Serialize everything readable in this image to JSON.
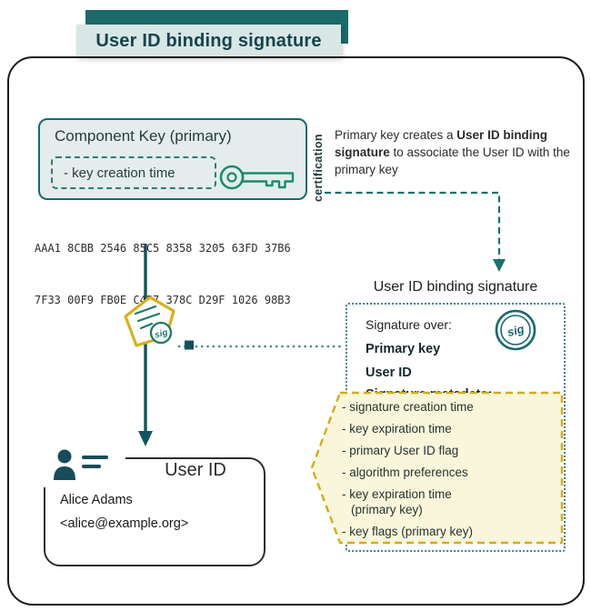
{
  "title": "User ID binding signature",
  "component_key": {
    "title": "Component Key (primary)",
    "field": "- key creation time",
    "fingerprint_line1": "AAA1 8CBB 2546 85C5 8358 3205 63FD 37B6",
    "fingerprint_line2": "7F33 00F9 FB0E C457 378C D29F 1026 98B3"
  },
  "certification_label": "certification",
  "annotation": {
    "pre": "Primary key creates a ",
    "bold": "User ID binding signature",
    "post": " to associate the User ID with the primary key"
  },
  "sig_badge": {
    "label": "sig"
  },
  "signature_box": {
    "heading": "User ID binding signature",
    "signature_over_label": "Signature over:",
    "items_bold": [
      "Primary key",
      "User ID"
    ],
    "metadata_label": "Signature metadata:",
    "stamp_label": "sig",
    "metadata_items": [
      {
        "text": "- signature creation time"
      },
      {
        "text": "- key expiration time"
      },
      {
        "text": "- primary User ID flag"
      },
      {
        "text": "- algorithm preferences"
      },
      {
        "text": "- key expiration time",
        "text2": "(primary key)"
      },
      {
        "text": "- key flags (primary key)"
      }
    ]
  },
  "user_id_card": {
    "title": "User ID",
    "name": "Alice Adams",
    "email": "<alice@example.org>"
  },
  "colors": {
    "teal_dark": "#10555e",
    "teal": "#1a7070",
    "key_green": "#1f8a70",
    "banner_bg": "#d9e6e6",
    "banner_back": "#1b6a6a",
    "gold": "#d3ad14",
    "plaque_fill": "#faf6dc",
    "box_fill": "#e4edec",
    "dotted_border": "#45808f"
  }
}
